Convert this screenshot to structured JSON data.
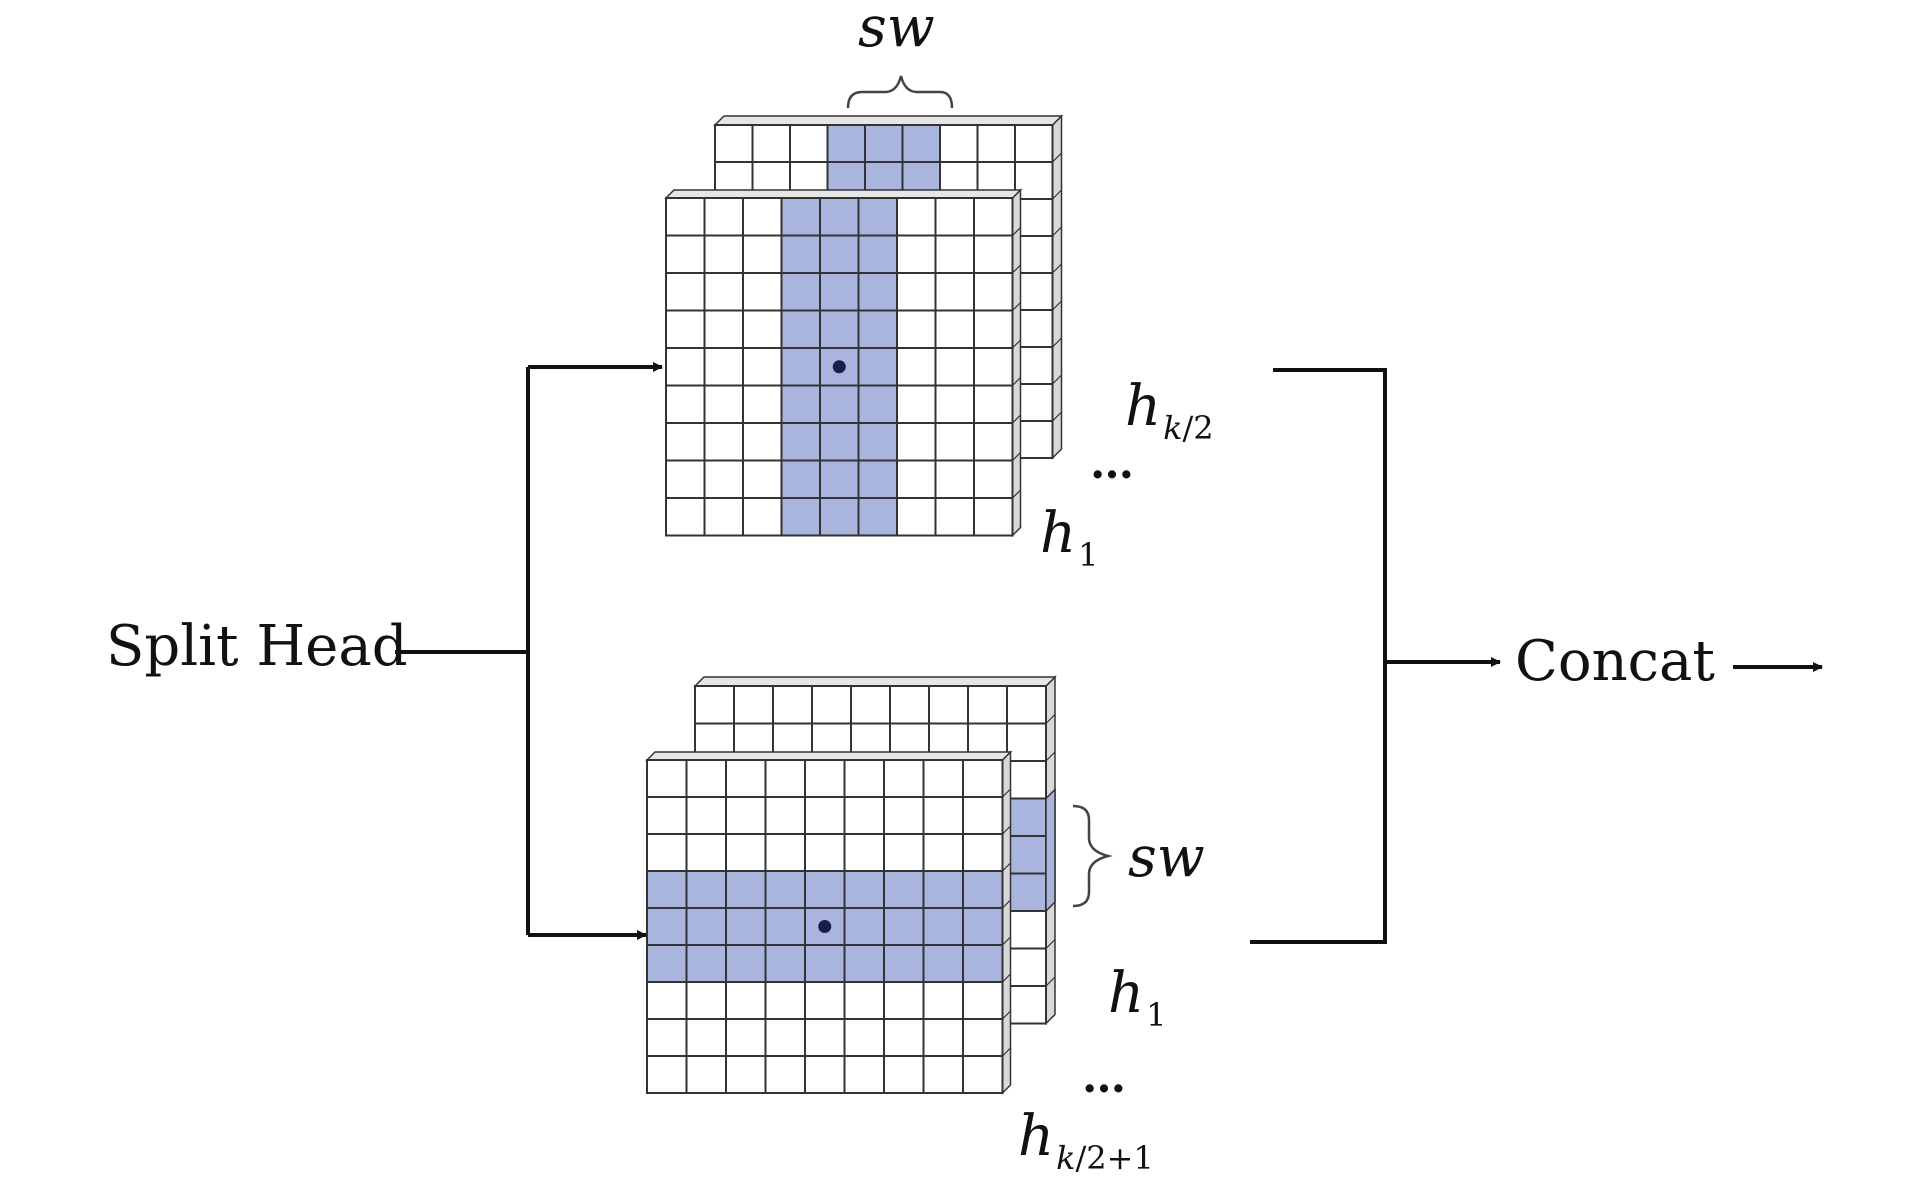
{
  "labels": {
    "split_head": "Split Head",
    "concat": "Concat",
    "stripe_width": "sw",
    "ellipsis": "…",
    "head_symbol": "h",
    "top_back_head_sub_k": "k",
    "top_back_head_sub_rest": "/2",
    "top_front_head_sub": "1",
    "bottom_front_head_sub": "1",
    "bottom_back_head_sub_k": "k",
    "bottom_back_head_sub_rest": "/2+1"
  },
  "colors": {
    "highlight": "#aab5dd",
    "cell_fill": "#ffffff",
    "grid_line": "#333333",
    "side_face": "#d8d8d8",
    "arrow": "#111111",
    "query_dot": "#1a1f4a"
  },
  "grids": {
    "vertical_stripe_group": {
      "rows": 9,
      "cols": 9,
      "stripe_orientation": "vertical",
      "stripe_start": 3,
      "stripe_span": 3
    },
    "horizontal_stripe_group": {
      "rows": 9,
      "cols": 9,
      "stripe_orientation": "horizontal",
      "stripe_start": 3,
      "stripe_span": 3
    }
  }
}
